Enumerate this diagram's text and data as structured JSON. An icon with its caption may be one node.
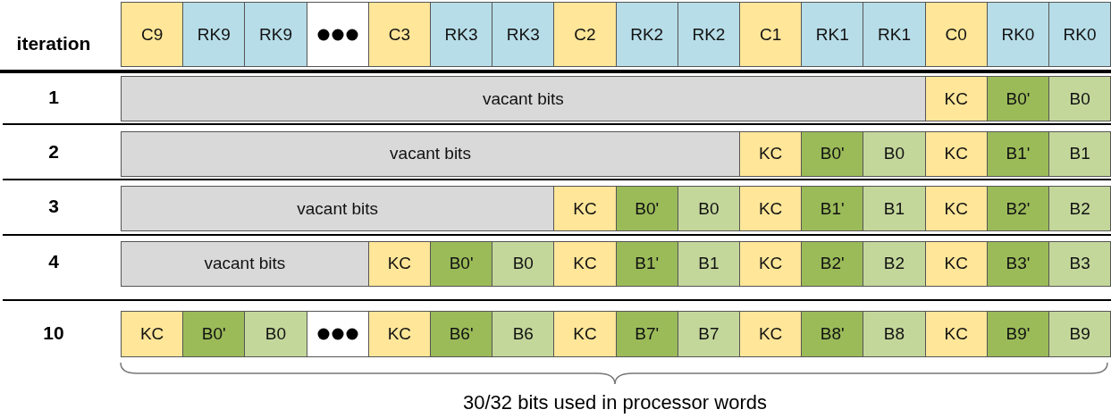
{
  "diagram": {
    "nodes": [
      {
        "text": [
          "C9"
        ]
      },
      {
        "text": [
          "RK9"
        ]
      },
      {
        "text": [
          "RK9"
        ]
      },
      {
        "text": [],
        "shape": "box"
      },
      {
        "text": [
          "C3"
        ]
      },
      {
        "text": [
          "RK3"
        ]
      },
      {
        "text": [
          "RK3"
        ]
      },
      {
        "text": [
          "C2"
        ]
      },
      {
        "text": [
          "RK2"
        ]
      },
      {
        "text": [
          "RK2"
        ]
      },
      {
        "text": [
          "C1"
        ]
      },
      {
        "text": [
          "RK1"
        ]
      },
      {
        "text": [
          "RK1"
        ]
      },
      {
        "text": [
          "C0"
        ]
      },
      {
        "text": [
          "RK0"
        ]
      },
      {
        "text": [
          "RK0"
        ]
      },
      {
        "text": [
          "vacant bits"
        ]
      },
      {
        "text": [
          "KC"
        ]
      },
      {
        "text": [
          "B0'"
        ]
      },
      {
        "text": [
          "B0"
        ]
      },
      {
        "text": [
          "vacant bits"
        ]
      },
      {
        "text": [
          "KC"
        ]
      },
      {
        "text": [
          "B0'"
        ]
      },
      {
        "text": [
          "B0"
        ]
      },
      {
        "text": [
          "KC"
        ]
      },
      {
        "text": [
          "B1'"
        ]
      },
      {
        "text": [
          "B1"
        ]
      },
      {
        "text": [
          "vacant bits"
        ]
      },
      {
        "text": [
          "KC"
        ]
      },
      {
        "text": [
          "B0'"
        ]
      },
      {
        "text": [
          "B0"
        ]
      },
      {
        "text": [
          "KC"
        ]
      },
      {
        "text": [
          "B1'"
        ]
      },
      {
        "text": [
          "B1"
        ]
      },
      {
        "text": [
          "KC"
        ]
      },
      {
        "text": [
          "B2'"
        ]
      },
      {
        "text": [
          "B2"
        ]
      },
      {
        "text": [
          "vacant bits"
        ]
      },
      {
        "text": [
          "KC"
        ]
      },
      {
        "text": [
          "B0'"
        ]
      },
      {
        "text": [
          "B0"
        ]
      },
      {
        "text": [
          "KC"
        ]
      },
      {
        "text": [
          "B1'"
        ]
      },
      {
        "text": [
          "B1"
        ]
      },
      {
        "text": [
          "KC"
        ]
      },
      {
        "text": [
          "B2'"
        ]
      },
      {
        "text": [
          "B2"
        ]
      },
      {
        "text": [
          "KC"
        ]
      },
      {
        "text": [
          "B3'"
        ]
      },
      {
        "text": [
          "B3"
        ]
      },
      {
        "text": [
          "KC"
        ]
      },
      {
        "text": [
          "B0'"
        ]
      },
      {
        "text": [
          "B0"
        ]
      },
      {
        "text": [],
        "shape": "box"
      },
      {
        "text": [
          "KC"
        ]
      },
      {
        "text": [
          "B6'"
        ]
      },
      {
        "text": [
          "B6"
        ]
      },
      {
        "text": [
          "KC"
        ]
      },
      {
        "text": [
          "B7'"
        ]
      },
      {
        "text": [
          "B7"
        ]
      },
      {
        "text": [
          "KC"
        ]
      },
      {
        "text": [
          "B8'"
        ]
      },
      {
        "text": [
          "B8"
        ]
      },
      {
        "text": [
          "KC"
        ]
      },
      {
        "text": [
          "B9'"
        ]
      },
      {
        "text": [
          "B9"
        ]
      }
    ],
    "labels": [
      "iteration",
      "1",
      "2",
      "3",
      "4",
      "10",
      "30/32 bits used in processor words"
    ]
  }
}
